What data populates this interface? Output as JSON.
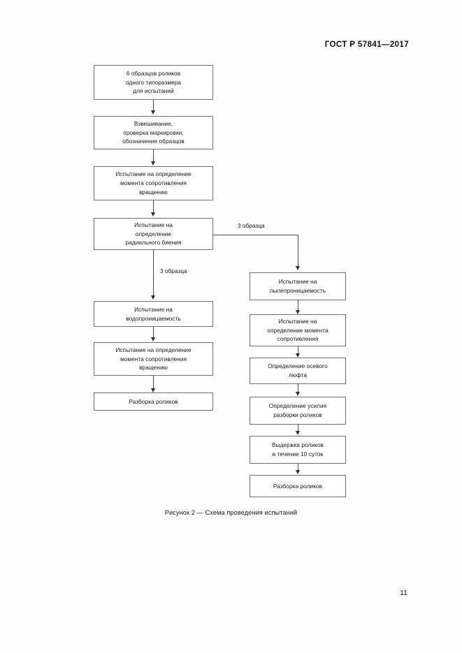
{
  "document": {
    "header": "ГОСТ Р 57841—2017",
    "page_number": "11",
    "figure_caption": "Рисунок 2 — Схема проведения испытаний"
  },
  "flowchart": {
    "title": "Схема проведения испытаний",
    "branch_labels": {
      "left": "3 образца",
      "right": "3 образца"
    },
    "main_nodes": [
      {
        "id": "n1",
        "lines": [
          "6 образцов роликов",
          "одного типоразмера",
          "для испытаний"
        ]
      },
      {
        "id": "n2",
        "lines": [
          "Взвешивание,",
          "проверка маркировки,",
          "обозначение образцов"
        ]
      },
      {
        "id": "n3",
        "lines": [
          "Испытание на определение",
          "момента сопротивления",
          "вращению"
        ]
      },
      {
        "id": "n4",
        "lines": [
          "Испытание на",
          "определение",
          "радиального биения"
        ]
      }
    ],
    "left_branch_nodes": [
      {
        "id": "l1",
        "lines": [
          "Испытание на",
          "водопроницаемость"
        ]
      },
      {
        "id": "l2",
        "lines": [
          "Испытание на определение",
          "момента сопротивления",
          "вращению"
        ]
      },
      {
        "id": "l3",
        "lines": [
          "Разборка роликов"
        ]
      }
    ],
    "right_branch_nodes": [
      {
        "id": "r1",
        "lines": [
          "Испытание на",
          "пылепроницаемость"
        ]
      },
      {
        "id": "r2",
        "lines": [
          "Испытание на",
          "определение момента",
          "сопротивления"
        ]
      },
      {
        "id": "r3",
        "lines": [
          "Определение осевого",
          "люфта"
        ]
      },
      {
        "id": "r4",
        "lines": [
          "Определение усилия",
          "разборки роликов"
        ]
      },
      {
        "id": "r5",
        "lines": [
          "Выдержка роликов",
          "в течение 10 суток"
        ]
      },
      {
        "id": "r6",
        "lines": [
          "Разборка роликов"
        ]
      }
    ]
  }
}
